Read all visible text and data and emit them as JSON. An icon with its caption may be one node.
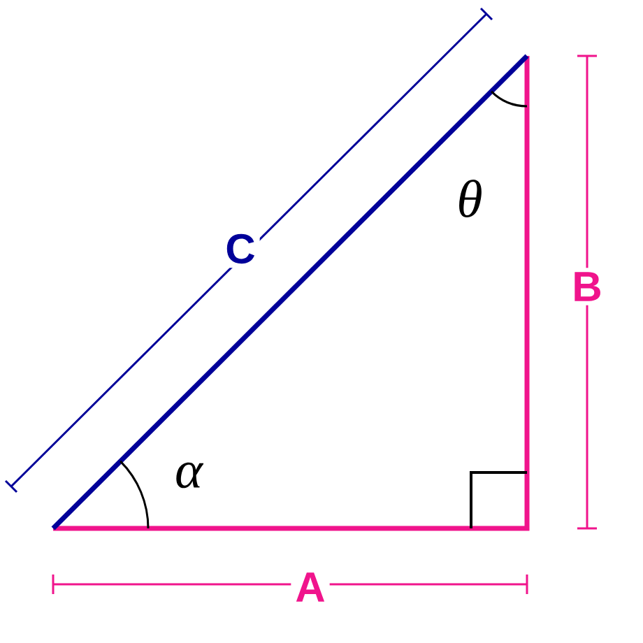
{
  "diagram": {
    "labels": [
      "C",
      "θ",
      "B",
      "α",
      "A"
    ]
  }
}
